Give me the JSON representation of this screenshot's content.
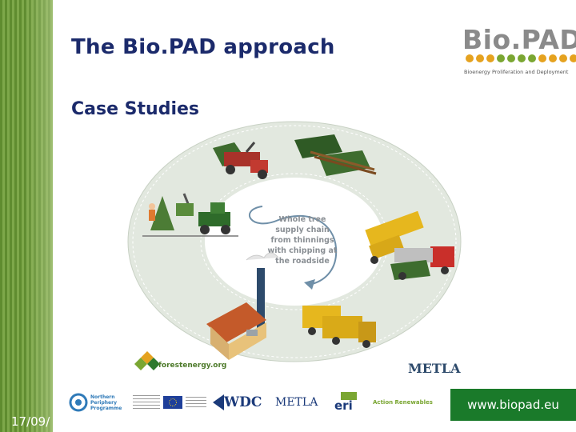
{
  "slide": {
    "title": "The Bio.PAD approach",
    "subtitle": "Case Studies",
    "date": "17/09/",
    "url": "www.biopad.eu"
  },
  "logo": {
    "name": "Bio.PAD",
    "tagline": "Bioenergy Proliferation and Deployment",
    "dot_colors": [
      "#e5a21f",
      "#e5a21f",
      "#e5a21f",
      "#7aa632",
      "#7aa632",
      "#7aa632",
      "#7aa632",
      "#e5a21f",
      "#e5a21f",
      "#e5a21f",
      "#e5a21f"
    ]
  },
  "diagram": {
    "center_text": [
      "Whole tree",
      "supply chain",
      "from thinnings",
      "with chipping at",
      "the roadside"
    ],
    "forestenergy_label": "forestenergy.org",
    "metla_label": "METLA"
  },
  "sponsors": {
    "npp": [
      "Northern",
      "Periphery",
      "Programme"
    ],
    "wdc": "WDC",
    "metla": "METLA",
    "eri": "eri",
    "action_renewables": "Action Renewables"
  },
  "colors": {
    "title": "#1b2a6b",
    "stripe": "#5f8c2f",
    "url_box": "#1a7a2a"
  }
}
